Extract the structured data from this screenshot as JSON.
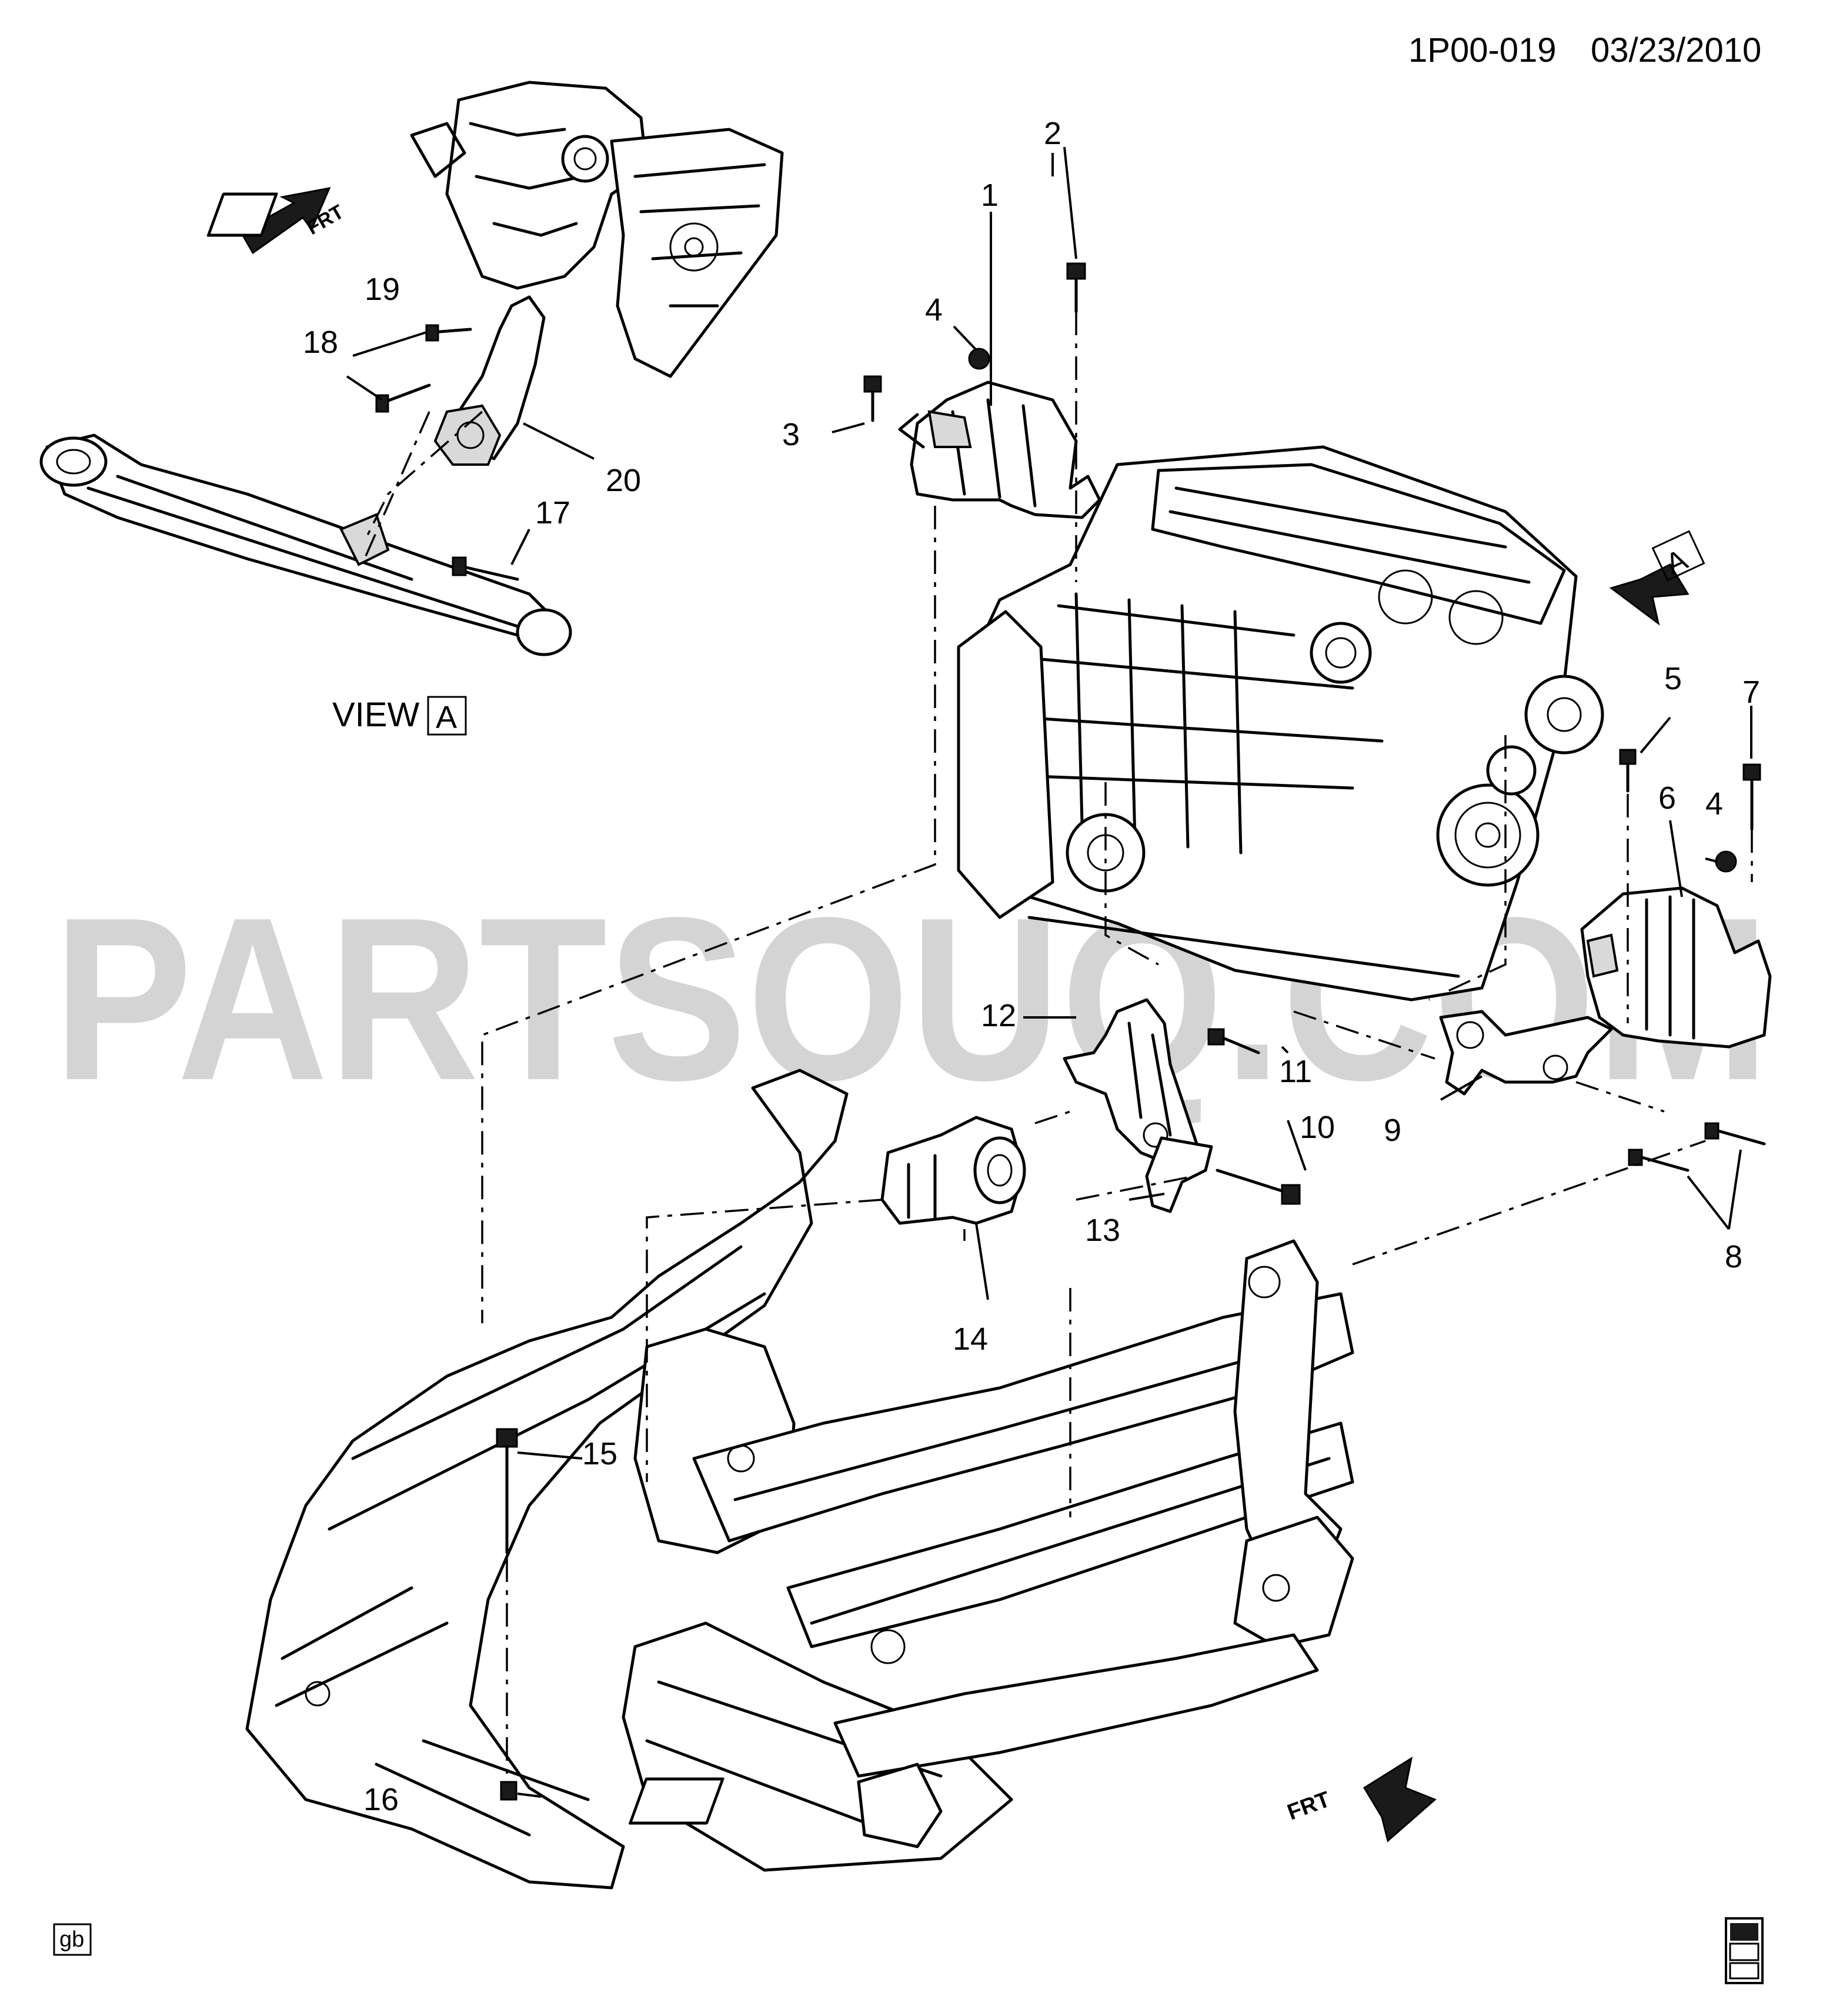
{
  "header": {
    "code": "1P00-019",
    "date": "03/23/2010"
  },
  "watermark": "PARTSOUQ.COM",
  "view_label": {
    "text": "VIEW",
    "ref": "A"
  },
  "direction_ref": "A",
  "front_arrow_label": "FRT",
  "callouts": [
    "1",
    "2",
    "3",
    "4",
    "5",
    "6",
    "7",
    "4",
    "8",
    "9",
    "10",
    "11",
    "12",
    "13",
    "14",
    "15",
    "16",
    "17",
    "18",
    "19",
    "20"
  ],
  "footer": {
    "left_badge": "gb",
    "logo": "gmspo-logo"
  },
  "colors": {
    "line": "#000000",
    "watermark": "#c8c8c8",
    "background": "#ffffff"
  }
}
